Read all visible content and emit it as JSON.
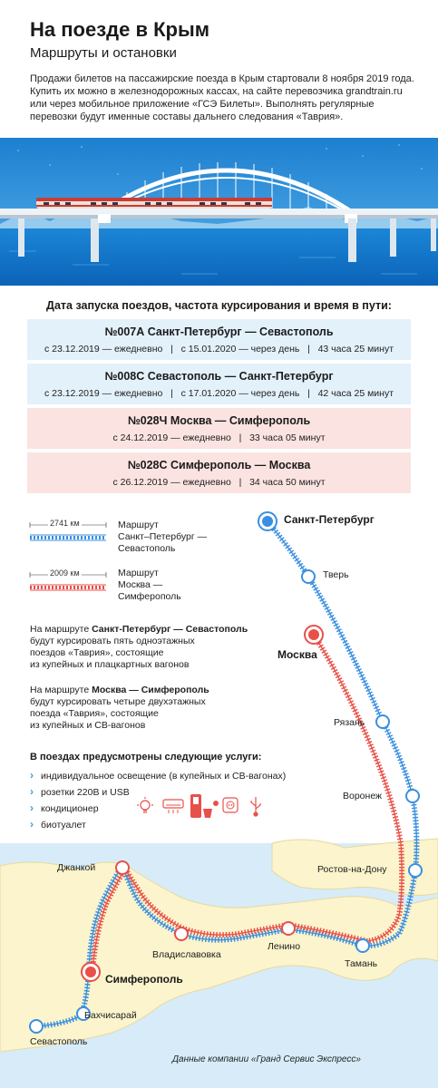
{
  "header": {
    "title": "На поезде в Крым",
    "subtitle": "Маршруты и остановки",
    "intro": "Продажи билетов на пассажирские поезда в Крым стартовали 8 ноября 2019 года. Купить их можно в железнодорожных кассах, на сайте перевозчика grandtrain.ru или через мобильное приложение «ГСЭ Билеты». Выполнять регулярные перевозки будут именные составы дальнего следования «Таврия»."
  },
  "schedule": {
    "title": "Дата запуска поездов, частота курсирования и время в пути:",
    "trains": [
      {
        "name": "№007А Санкт-Петербург — Севастополь",
        "details": "с 23.12.2019 — ежедневно   |   с 15.01.2020 — через день   |   43 часа 25 минут",
        "color": "#e3f1fb"
      },
      {
        "name": "№008С Севастополь — Санкт-Петербург",
        "details": "с 23.12.2019 — ежедневно   |   с 17.01.2020 — через день   |   42 часа 25 минут",
        "color": "#e3f1fb"
      },
      {
        "name": "№028Ч Москва — Симферополь",
        "details": "с 24.12.2019 — ежедневно   |   33 часа 05 минут",
        "color": "#fbe3e1"
      },
      {
        "name": "№028С Симферополь — Москва",
        "details": "с 26.12.2019 — ежедневно   |   34 часа 50 минут",
        "color": "#fbe3e1"
      }
    ]
  },
  "legend": {
    "blue_km": "2741 км",
    "blue_label": [
      "Маршрут",
      "Санкт–Петербург —",
      "Севастополь"
    ],
    "red_km": "2009 км",
    "red_label": [
      "Маршрут",
      "Москва —",
      "Симферополь"
    ]
  },
  "descriptions": {
    "spb": {
      "pre": "На маршруте ",
      "bold": "Санкт-Петербург — Севастополь",
      "lines": [
        "будут курсировать пять одноэтажных",
        "поездов «Таврия», состоящие",
        "из купейных и плацкартных вагонов"
      ]
    },
    "msk": {
      "pre": "На маршруте ",
      "bold": "Москва — Симферополь",
      "lines": [
        "будут курсировать четыре двухэтажных",
        "поезда «Таврия», состоящие",
        "из купейных и СВ-вагонов"
      ]
    }
  },
  "services": {
    "title": "В поездах предусмотрены следующие услуги:",
    "items": [
      "индивидуальное освещение (в купейных и СВ-вагонах)",
      "розетки 220В и USB",
      "кондиционер",
      "биотуалет"
    ],
    "icons": [
      "lamp-icon",
      "air-conditioner-icon",
      "toilet-icon",
      "socket-icon",
      "usb-icon"
    ]
  },
  "cities": {
    "spb": "Санкт-Петербург",
    "tver": "Тверь",
    "moscow": "Москва",
    "ryazan": "Рязань",
    "voronezh": "Воронеж",
    "rostov": "Ростов-на-Дону",
    "taman": "Тамань",
    "lenino": "Ленино",
    "vladislavovka": "Владиславовка",
    "dzhankoy": "Джанкой",
    "simferopol": "Симферополь",
    "bakhchisaray": "Бахчисарай",
    "sevastopol": "Севастополь"
  },
  "source": "Данные компании «Гранд Сервис Экспресс»",
  "colors": {
    "blue": "#3a8fe0",
    "red": "#e8504a",
    "sea": "#d4ebf7",
    "land": "#fbf4cc"
  }
}
